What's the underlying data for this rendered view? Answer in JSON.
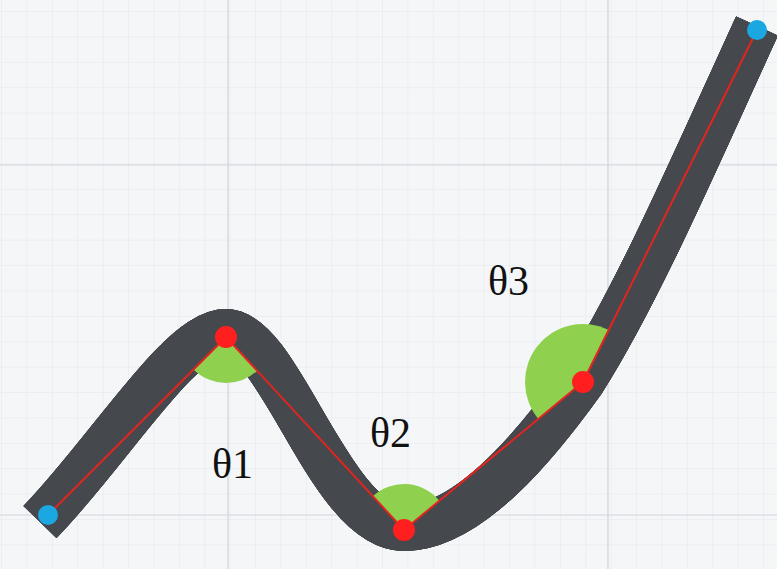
{
  "diagram": {
    "labels": [
      "θ1",
      "θ2",
      "θ3"
    ]
  }
}
